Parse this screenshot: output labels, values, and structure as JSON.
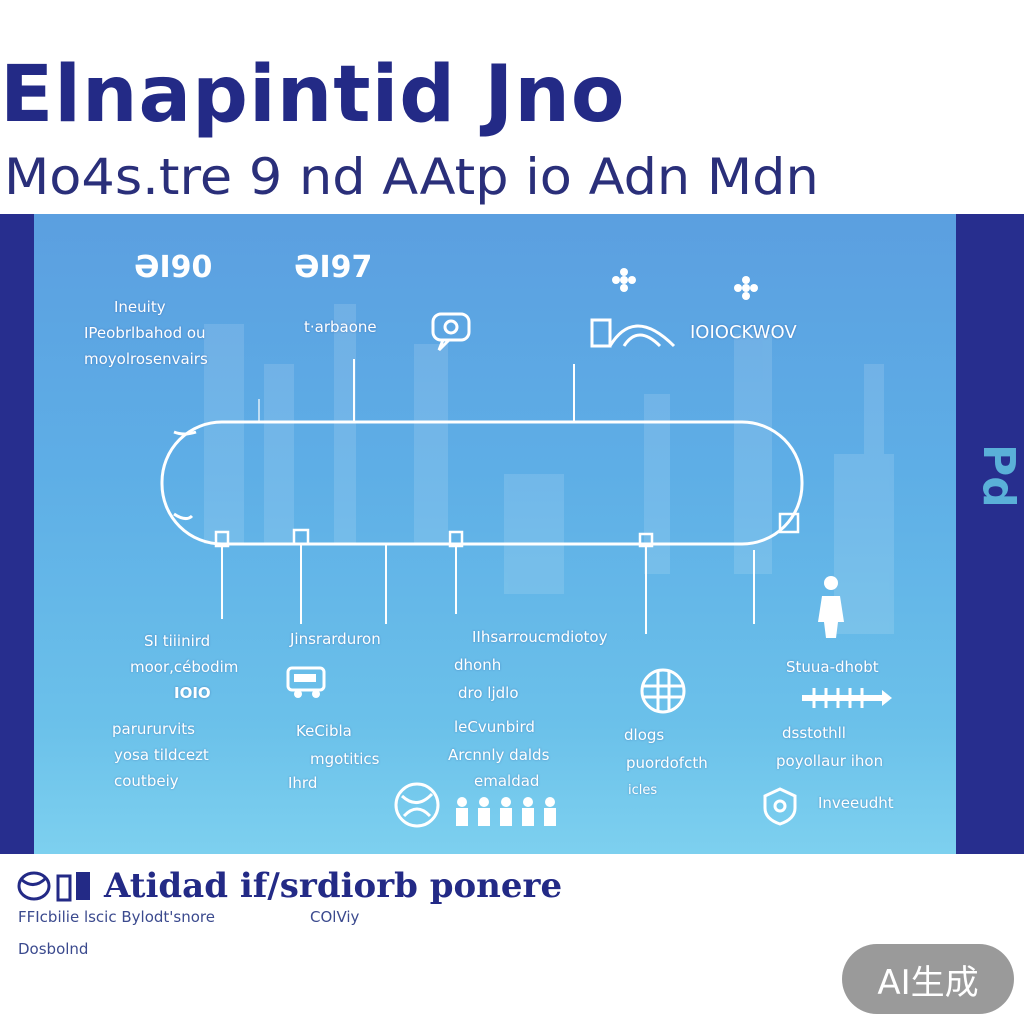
{
  "header": {
    "title": "Elnapintid  Jno",
    "subtitle": "Mo4s.tre 9 nd AAtp io Adn Mdn"
  },
  "diagram": {
    "top_left": {
      "heading": "ӘI90",
      "lines": [
        "Ineuity",
        "IPeobrlbahod ou",
        "moyolrosenvairs"
      ]
    },
    "top_mid": {
      "heading": "ӘI97",
      "lines": [
        "t·arbaone"
      ]
    },
    "top_right": {
      "label": "IOIOCKWOV"
    },
    "nodes": [
      {
        "lines": [
          "SI tiiinird",
          "moor,cébodim",
          "IOIO",
          "parururvits",
          "yosa tildcezt",
          "coutbeiy"
        ]
      },
      {
        "lines": [
          "Jinsrarduron",
          "KeCibla",
          "mgotitics",
          "Ihrd"
        ]
      },
      {
        "lines": [
          "IIhsarroucmdiotoy",
          "dhonh",
          "dro ljdlo",
          "leCvunbird",
          "Arcnnly dalds",
          "emaldad"
        ]
      },
      {
        "lines": [
          "dlogs",
          "puordofcth",
          "icles"
        ]
      },
      {
        "lines": [
          "Stuua-dhobt",
          "dsstothll",
          "poyollaur ihon",
          "Inveeudht"
        ]
      }
    ],
    "edge_label": "Pd"
  },
  "footer": {
    "title": "Atidad if/srdiorb ponere",
    "line1": "FFIcbilie lscic Bylodt'snore",
    "line1b": "COlViy",
    "line2": "Dosbolnd"
  },
  "badge": {
    "label": "AI生成"
  },
  "colors": {
    "navy": "#232a86",
    "banner_border": "#272e8e",
    "panel_top": "#5b9fe0",
    "panel_bottom": "#7dd0ef",
    "badge_bg": "#9a9a9a"
  }
}
